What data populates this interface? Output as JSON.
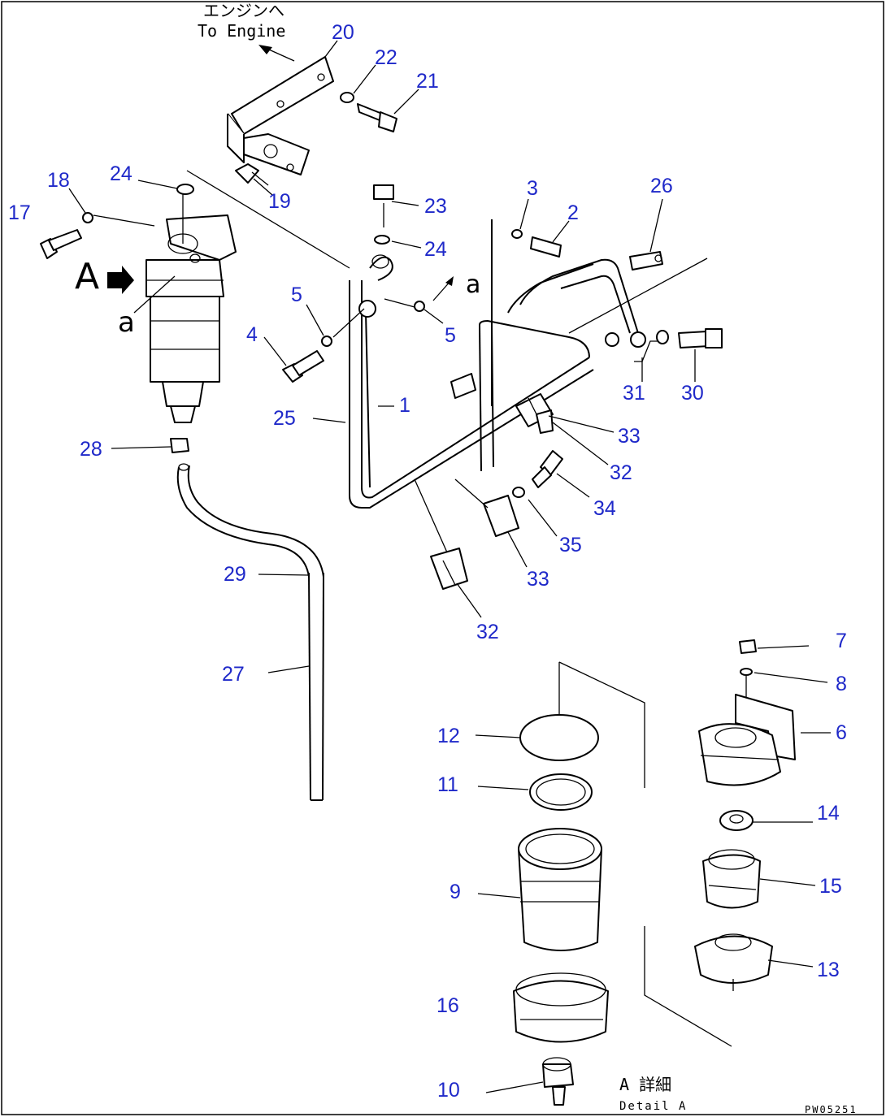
{
  "diagram": {
    "annotations": {
      "to_engine_jp": "エンジンへ",
      "to_engine_en": "To Engine",
      "view_a": "A",
      "port_a_left": "a",
      "port_a_right": "a",
      "detail_a_label": "A 詳細",
      "detail_a_en": "Detail A",
      "drawing_code": "PW05251"
    },
    "callouts": [
      {
        "id": "c20",
        "label": "20"
      },
      {
        "id": "c22",
        "label": "22"
      },
      {
        "id": "c21",
        "label": "21"
      },
      {
        "id": "c24a",
        "label": "24"
      },
      {
        "id": "c18",
        "label": "18"
      },
      {
        "id": "c17",
        "label": "17"
      },
      {
        "id": "c19",
        "label": "19"
      },
      {
        "id": "c23",
        "label": "23"
      },
      {
        "id": "c24b",
        "label": "24"
      },
      {
        "id": "c3",
        "label": "3"
      },
      {
        "id": "c2",
        "label": "2"
      },
      {
        "id": "c26",
        "label": "26"
      },
      {
        "id": "c5a",
        "label": "5"
      },
      {
        "id": "c5b",
        "label": "5"
      },
      {
        "id": "c4",
        "label": "4"
      },
      {
        "id": "c25",
        "label": "25"
      },
      {
        "id": "c1",
        "label": "1"
      },
      {
        "id": "c31",
        "label": "31"
      },
      {
        "id": "c30",
        "label": "30"
      },
      {
        "id": "c33a",
        "label": "33"
      },
      {
        "id": "c32a",
        "label": "32"
      },
      {
        "id": "c28",
        "label": "28"
      },
      {
        "id": "c34",
        "label": "34"
      },
      {
        "id": "c35",
        "label": "35"
      },
      {
        "id": "c33b",
        "label": "33"
      },
      {
        "id": "c29",
        "label": "29"
      },
      {
        "id": "c32b",
        "label": "32"
      },
      {
        "id": "c27",
        "label": "27"
      },
      {
        "id": "c7",
        "label": "7"
      },
      {
        "id": "c8",
        "label": "8"
      },
      {
        "id": "c12",
        "label": "12"
      },
      {
        "id": "c6",
        "label": "6"
      },
      {
        "id": "c11",
        "label": "11"
      },
      {
        "id": "c14",
        "label": "14"
      },
      {
        "id": "c9",
        "label": "9"
      },
      {
        "id": "c15",
        "label": "15"
      },
      {
        "id": "c13",
        "label": "13"
      },
      {
        "id": "c16",
        "label": "16"
      },
      {
        "id": "c10",
        "label": "10"
      }
    ],
    "colors": {
      "callout": "#1f29c9",
      "line": "#000000",
      "background": "#ffffff"
    }
  }
}
